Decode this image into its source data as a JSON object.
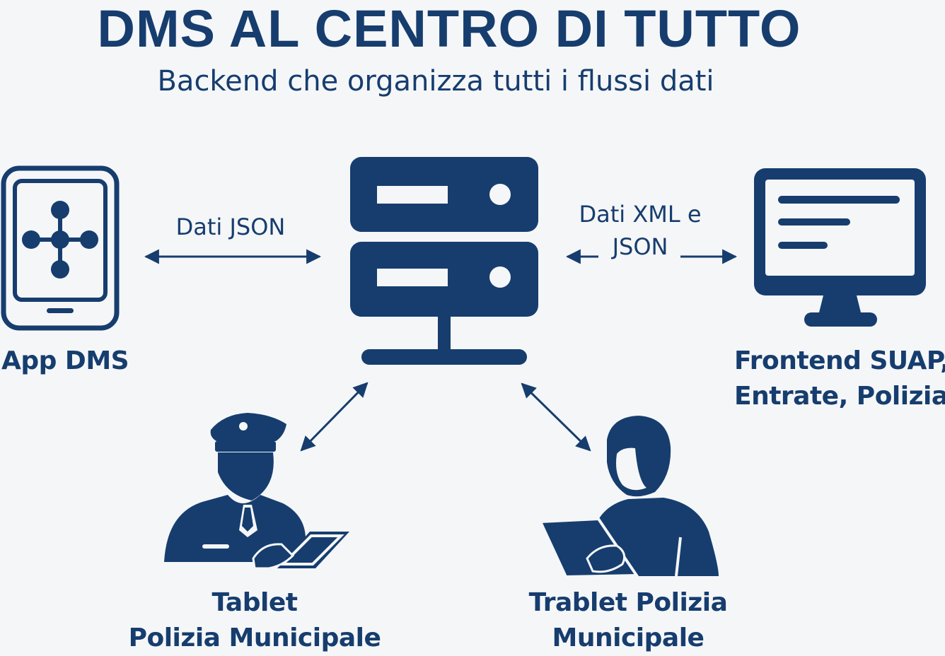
{
  "diagram": {
    "title": "DMS AL CENTRO DI TUTTO",
    "subtitle": "Backend che organizza tutti i flussi dati",
    "nodes": {
      "app": {
        "label": "App DMS",
        "icon": "tablet-network-icon"
      },
      "server": {
        "label": "",
        "icon": "server-icon"
      },
      "frontend": {
        "label_line1": "Frontend SUAP,",
        "label_line2": "Entrate, Polizia",
        "icon": "monitor-icon"
      },
      "officer": {
        "label_line1": "Tablet",
        "label_line2": "Polizia Municipale",
        "icon": "police-officer-tablet-icon"
      },
      "user": {
        "label_line1": "Trablet Polizia",
        "label_line2": "Municipale",
        "icon": "person-tablet-icon"
      }
    },
    "edges": {
      "app_server": {
        "label": "Dati JSON"
      },
      "server_frontend": {
        "label_line1": "Dati XML e",
        "label_line2": "JSON"
      },
      "server_officer": {
        "label": ""
      },
      "server_user": {
        "label": ""
      }
    },
    "colors": {
      "primary": "#163d6e",
      "background": "#f5f6f8"
    }
  }
}
